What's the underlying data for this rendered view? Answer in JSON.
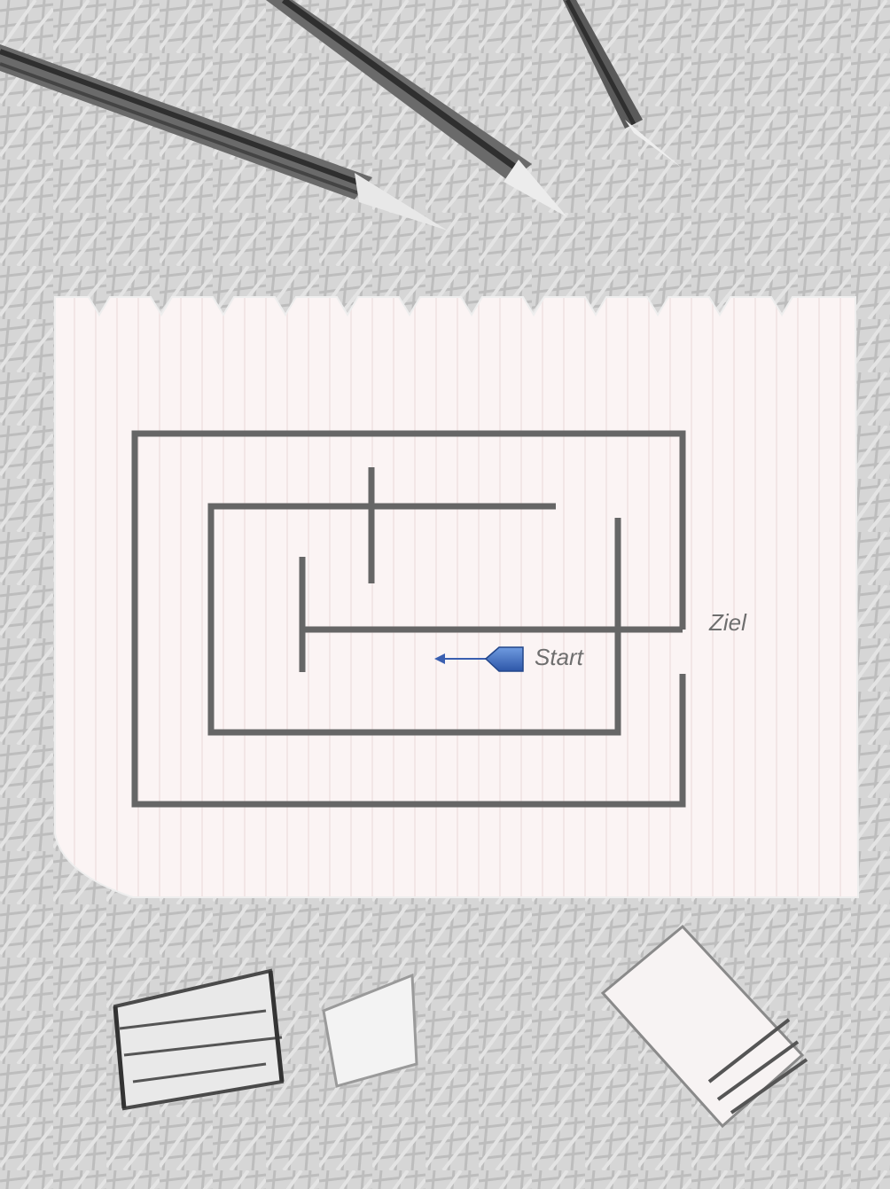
{
  "game": {
    "type": "maze",
    "goal_label": "Ziel",
    "start_label": "Start",
    "player": {
      "icon": "pentagon-arrow-icon",
      "color": "#3f6fc4",
      "direction": "left"
    }
  },
  "colors": {
    "background": "#d9d9d9",
    "paper": "#fbf4f4",
    "maze_wall": "#666666",
    "label_text": "#6f6f6f",
    "pencil": "#3a3a3a",
    "arrow": "#3a5fb0"
  }
}
